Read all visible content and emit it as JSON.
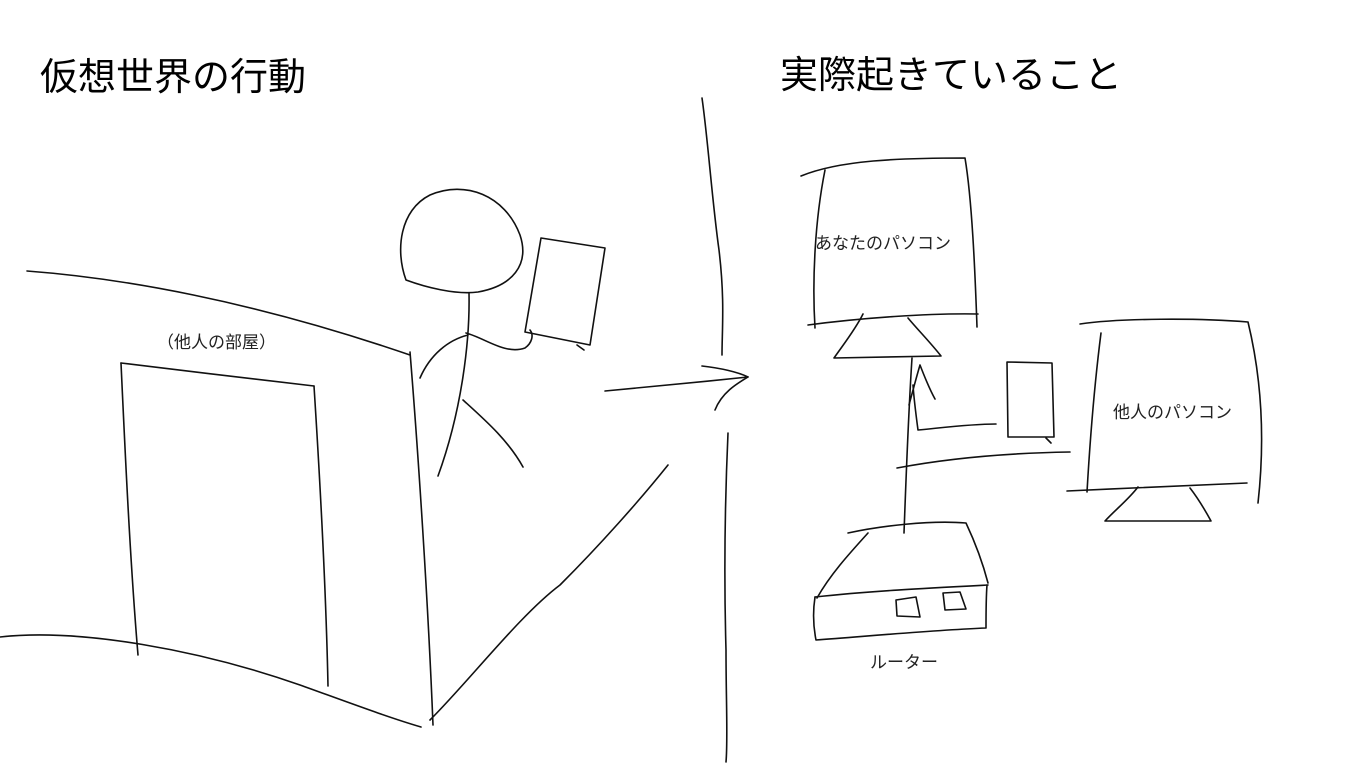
{
  "left_panel": {
    "title": "仮想世界の行動",
    "room_label": "（他人の部屋）"
  },
  "right_panel": {
    "title": "実際起きていること",
    "your_pc_label": "あなたのパソコン",
    "other_pc_label": "他人のパソコン",
    "router_label": "ルーター"
  },
  "colors": {
    "ink": "#111111",
    "background": "#ffffff"
  }
}
